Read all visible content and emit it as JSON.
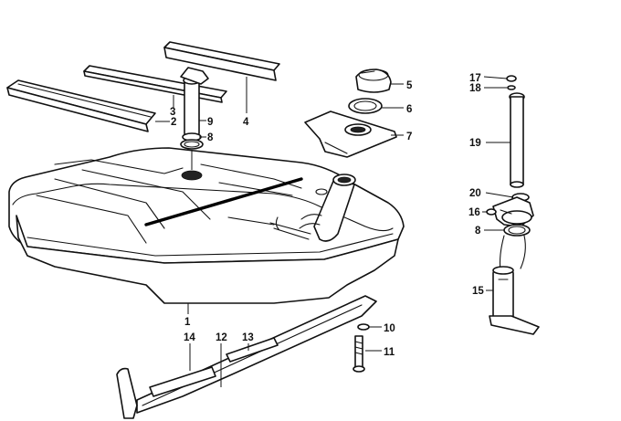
{
  "callouts": [
    {
      "id": "c1",
      "label": "1"
    },
    {
      "id": "c2",
      "label": "2"
    },
    {
      "id": "c3",
      "label": "3"
    },
    {
      "id": "c4",
      "label": "4"
    },
    {
      "id": "c5",
      "label": "5"
    },
    {
      "id": "c6",
      "label": "6"
    },
    {
      "id": "c7",
      "label": "7"
    },
    {
      "id": "c8a",
      "label": "8"
    },
    {
      "id": "c8b",
      "label": "8"
    },
    {
      "id": "c9",
      "label": "9"
    },
    {
      "id": "c10",
      "label": "10"
    },
    {
      "id": "c11",
      "label": "11"
    },
    {
      "id": "c12",
      "label": "12"
    },
    {
      "id": "c13",
      "label": "13"
    },
    {
      "id": "c14",
      "label": "14"
    },
    {
      "id": "c15",
      "label": "15"
    },
    {
      "id": "c16",
      "label": "16"
    },
    {
      "id": "c17",
      "label": "17"
    },
    {
      "id": "c18",
      "label": "18"
    },
    {
      "id": "c19",
      "label": "19"
    },
    {
      "id": "c20",
      "label": "20"
    }
  ],
  "colors": {
    "line": "#111111",
    "background": "#ffffff"
  }
}
